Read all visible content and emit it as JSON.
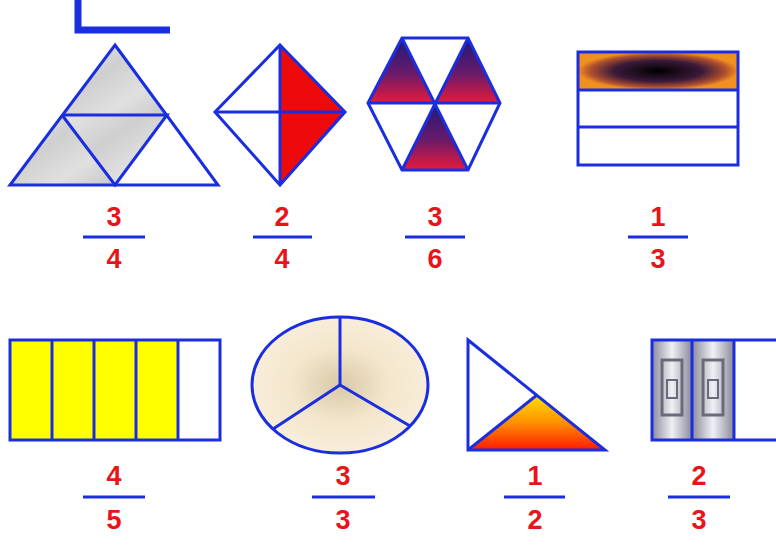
{
  "diagram": {
    "labels": [
      "3",
      "4",
      "2",
      "4",
      "3",
      "6",
      "1",
      "3",
      "4",
      "5",
      "3",
      "3",
      "1",
      "2",
      "2",
      "3"
    ]
  }
}
